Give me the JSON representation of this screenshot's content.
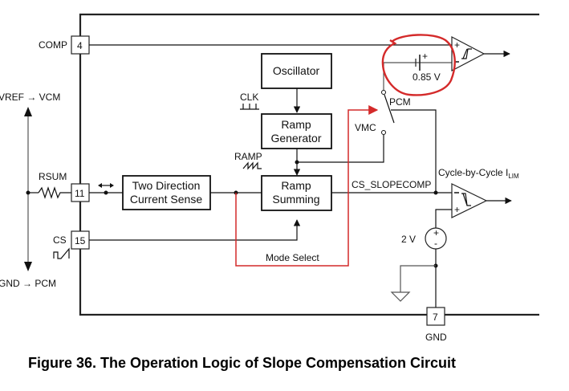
{
  "figure": {
    "caption": "Figure 36.  The Operation Logic of Slope Compensation Circuit"
  },
  "pins": {
    "comp": {
      "name": "COMP",
      "number": "4"
    },
    "rsum": {
      "name": "RSUM",
      "number": "11"
    },
    "cs": {
      "name": "CS",
      "number": "15"
    },
    "gnd": {
      "name": "GND",
      "number": "7"
    }
  },
  "blocks": {
    "oscillator": "Oscillator",
    "ramp_generator_line1": "Ramp",
    "ramp_generator_line2": "Generator",
    "ramp_summing_line1": "Ramp",
    "ramp_summing_line2": "Summing",
    "current_sense_line1": "Two Direction",
    "current_sense_line2": "Current Sense"
  },
  "labels": {
    "vref_vcm": "VREF → VCM",
    "gnd_pcm": "GND → PCM",
    "clk": "CLK",
    "ramp": "RAMP",
    "vmc": "VMC",
    "pcm": "PCM",
    "cs_slopecomp": "CS_SLOPECOMP",
    "mode_select": "Mode Select",
    "offset_voltage": "0.85 V",
    "ref_voltage": "2 V",
    "ilim_main": "Cycle-by-Cycle I",
    "ilim_sub": "LIM",
    "plus": "+",
    "minus": "-"
  },
  "colors": {
    "annotation_red": "#d42a2a",
    "line": "#111111"
  }
}
